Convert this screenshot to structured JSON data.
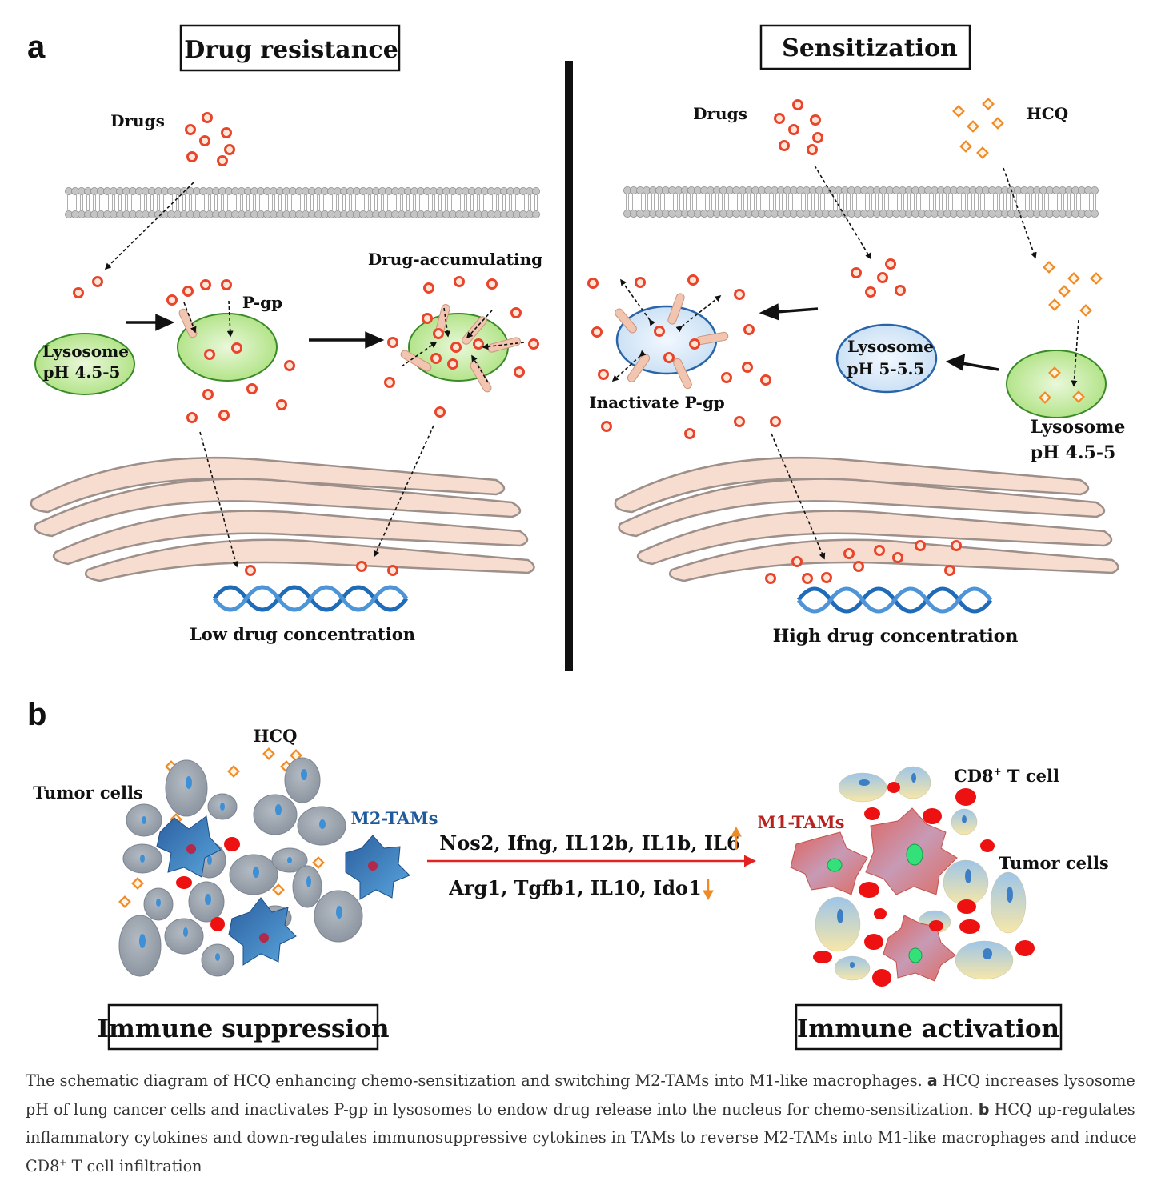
{
  "panel_a": {
    "letter": "a",
    "left_title": "Drug resistance",
    "right_title": "Sensitization",
    "left": {
      "drugs": "Drugs",
      "pgp": "P-gp",
      "drug_accumulating": "Drug-accumulating",
      "lysosome_line1": "Lysosome",
      "lysosome_line2": "pH 4.5-5",
      "bottom": "Low drug concentration"
    },
    "right": {
      "drugs": "Drugs",
      "hcq": "HCQ",
      "lysosome_mid_line1": "Lysosome",
      "lysosome_mid_line2": "pH 5-5.5",
      "lysosome_right_line1": "Lysosome",
      "lysosome_right_line2": "pH 4.5-5",
      "inactivate": "Inactivate P-gp",
      "bottom": "High drug concentration"
    }
  },
  "panel_b": {
    "letter": "b",
    "hcq": "HCQ",
    "tumor_cells_left": "Tumor cells",
    "m2": "M2-TAMs",
    "m1": "M1-TAMs",
    "cd8_prefix": "CD8",
    "cd8_sup": "+",
    "cd8_suffix": " T cell",
    "tumor_cells_right": "Tumor cells",
    "up_genes": "Nos2, Ifng, IL12b, IL1b, IL6",
    "down_genes": "Arg1, Tgfb1, IL10, Ido1",
    "left_box": "Immune suppression",
    "right_box": "Immune activation"
  },
  "colors": {
    "drug": "#e8452c",
    "hcq": "#f08a24",
    "lysosome_green": "#a9e07a",
    "lysosome_blue": "#d8e9f8",
    "membrane": "#bdbdbd",
    "er": "#f7dcd0",
    "dna": "#1f6bb8",
    "tumor_grey": "#98a1ac",
    "m2_blue": "#2d6fb1",
    "m1_red": "#e06a60",
    "red_arrow": "#e52222"
  },
  "caption": {
    "t1": "The schematic diagram of HCQ enhancing chemo-sensitization and switching M2-TAMs into M1-like macrophages. ",
    "a": "a",
    "t2": " HCQ increases lysosome pH of lung cancer cells and inactivates P-gp in lysosomes to endow drug release into the nucleus for chemo-sensitization. ",
    "b": "b",
    "t3": " HCQ up-regulates inflammatory cytokines and down-regulates immunosuppressive cytokines in TAMs to reverse M2-TAMs into M1-like macrophages and induce CD8",
    "sup": "+",
    "t4": " T cell infiltration"
  }
}
